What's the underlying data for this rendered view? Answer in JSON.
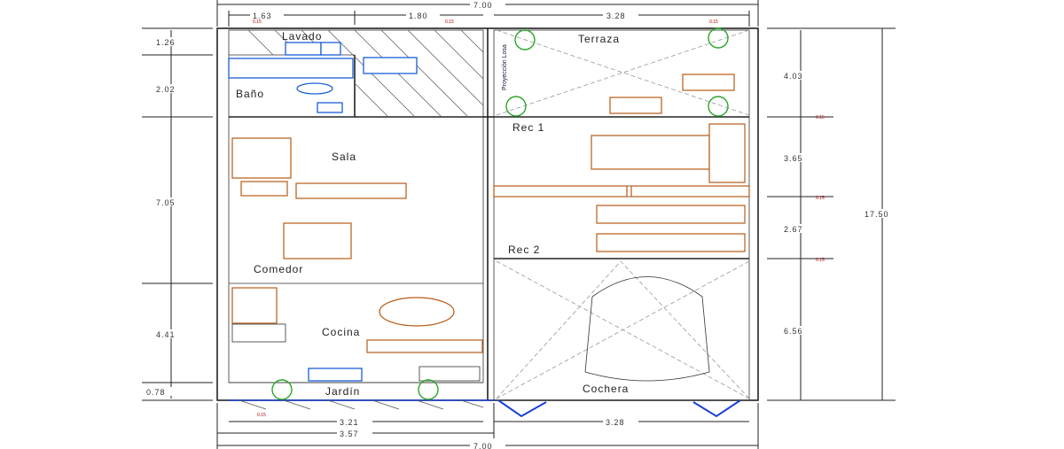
{
  "rooms": {
    "lavado": "Lavado",
    "bano": "Baño",
    "terraza": "Terraza",
    "proyeccion": "Proyección Losa",
    "rec1": "Rec 1",
    "rec2": "Rec 2",
    "sala": "Sala",
    "comedor": "Comedor",
    "cocina": "Cocina",
    "jardin": "Jardín",
    "cochera": "Cochera"
  },
  "dims_top": {
    "total": "7.00",
    "a": "1.63",
    "b": "1.80",
    "c": "3.28",
    "s1": "0.15",
    "s2": "0.15",
    "s3": "0.15"
  },
  "dims_left": {
    "a": "1.26",
    "b": "2.02",
    "c": "7.05",
    "d": "4.41",
    "e": "0.78"
  },
  "dims_right": {
    "a": "4.03",
    "b": "3.65",
    "c": "2.67",
    "d": "6.56",
    "total": "17.50",
    "s1": "0.15",
    "s2": "0.15",
    "s3": "0.15"
  },
  "dims_bottom": {
    "s1": "0.15",
    "a": "3.21",
    "b": "3.28",
    "c": "3.57",
    "total": "7.00"
  }
}
